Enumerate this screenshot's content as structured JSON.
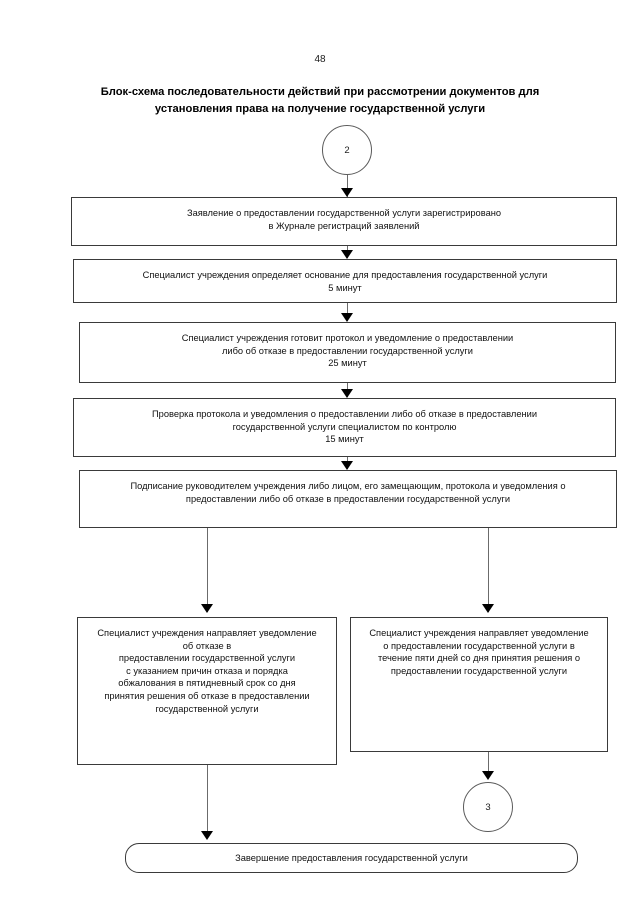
{
  "page": {
    "number": "48",
    "title": "Блок-схема последовательности действий при рассмотрении документов для\nустановления права на получение государственной услуги"
  },
  "flowchart": {
    "type": "flowchart",
    "connectors": [
      {
        "id": "c2",
        "label": "2",
        "kind": "off-page-connector-in"
      },
      {
        "id": "c3",
        "label": "3",
        "kind": "off-page-connector-out"
      }
    ],
    "nodes": [
      {
        "id": "n1",
        "shape": "rectangle",
        "text": "Заявление о предоставлении государственной услуги зарегистрировано\nв Журнале регистраций заявлений"
      },
      {
        "id": "n2",
        "shape": "rectangle",
        "text": "Специалист учреждения определяет основание для предоставления государственной услуги\n5 минут"
      },
      {
        "id": "n3",
        "shape": "rectangle",
        "text": "Специалист учреждения готовит протокол и уведомление о предоставлении\nлибо об отказе в предоставлении государственной услуги\n25 минут"
      },
      {
        "id": "n4",
        "shape": "rectangle",
        "text": "Проверка протокола и уведомления о предоставлении либо об отказе в предоставлении\nгосударственной услуги специалистом по контролю\n15 минут"
      },
      {
        "id": "n5",
        "shape": "rectangle",
        "text": "Подписание руководителем учреждения либо лицом, его замещающим, протокола и уведомления о\nпредоставлении либо об отказе в предоставлении государственной услуги"
      },
      {
        "id": "n6",
        "shape": "rectangle",
        "text": "Специалист учреждения направляет уведомление\nоб отказе в\nпредоставлении государственной услуги\nс указанием причин отказа и порядка\nобжалования в пятидневный срок со дня\nпринятия решения об отказе в предоставлении\nгосударственной услуги"
      },
      {
        "id": "n7",
        "shape": "rectangle",
        "text": "Специалист учреждения направляет уведомление\nо предоставлении государственной услуги в\nтечение пяти дней со дня принятия решения о\nпредоставлении государственной услуги"
      },
      {
        "id": "n8",
        "shape": "rounded-rectangle",
        "text": "Завершение предоставления государственной услуги"
      }
    ]
  }
}
